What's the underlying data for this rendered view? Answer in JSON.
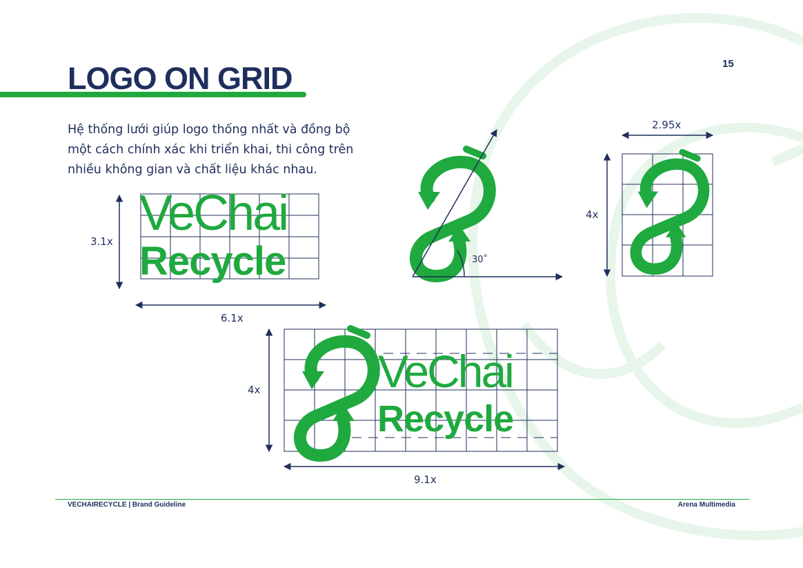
{
  "page": {
    "title": "LOGO ON GRID",
    "page_number": "15",
    "intro": "Hệ thống lưới giúp logo thống nhất và đồng bộ một cách chính xác khi triển khai, thi công trên nhiều không gian và chất liệu khác nhau.",
    "footer_left": "VECHAIRECYCLE | Brand Guideline",
    "footer_right": "Arena Multimedia"
  },
  "logo": {
    "word_top": "VeChai",
    "word_bottom": "Recycle"
  },
  "measurements": {
    "wordmark_height": "3.1x",
    "wordmark_width": "6.1x",
    "angle": "30˚",
    "symbol_width": "2.95x",
    "symbol_height": "4x",
    "full_height": "4x",
    "full_width": "9.1x"
  },
  "colors": {
    "brand_green": "#1fa93f",
    "navy": "#1f2e5c",
    "watermark": "#eaf6ec"
  }
}
